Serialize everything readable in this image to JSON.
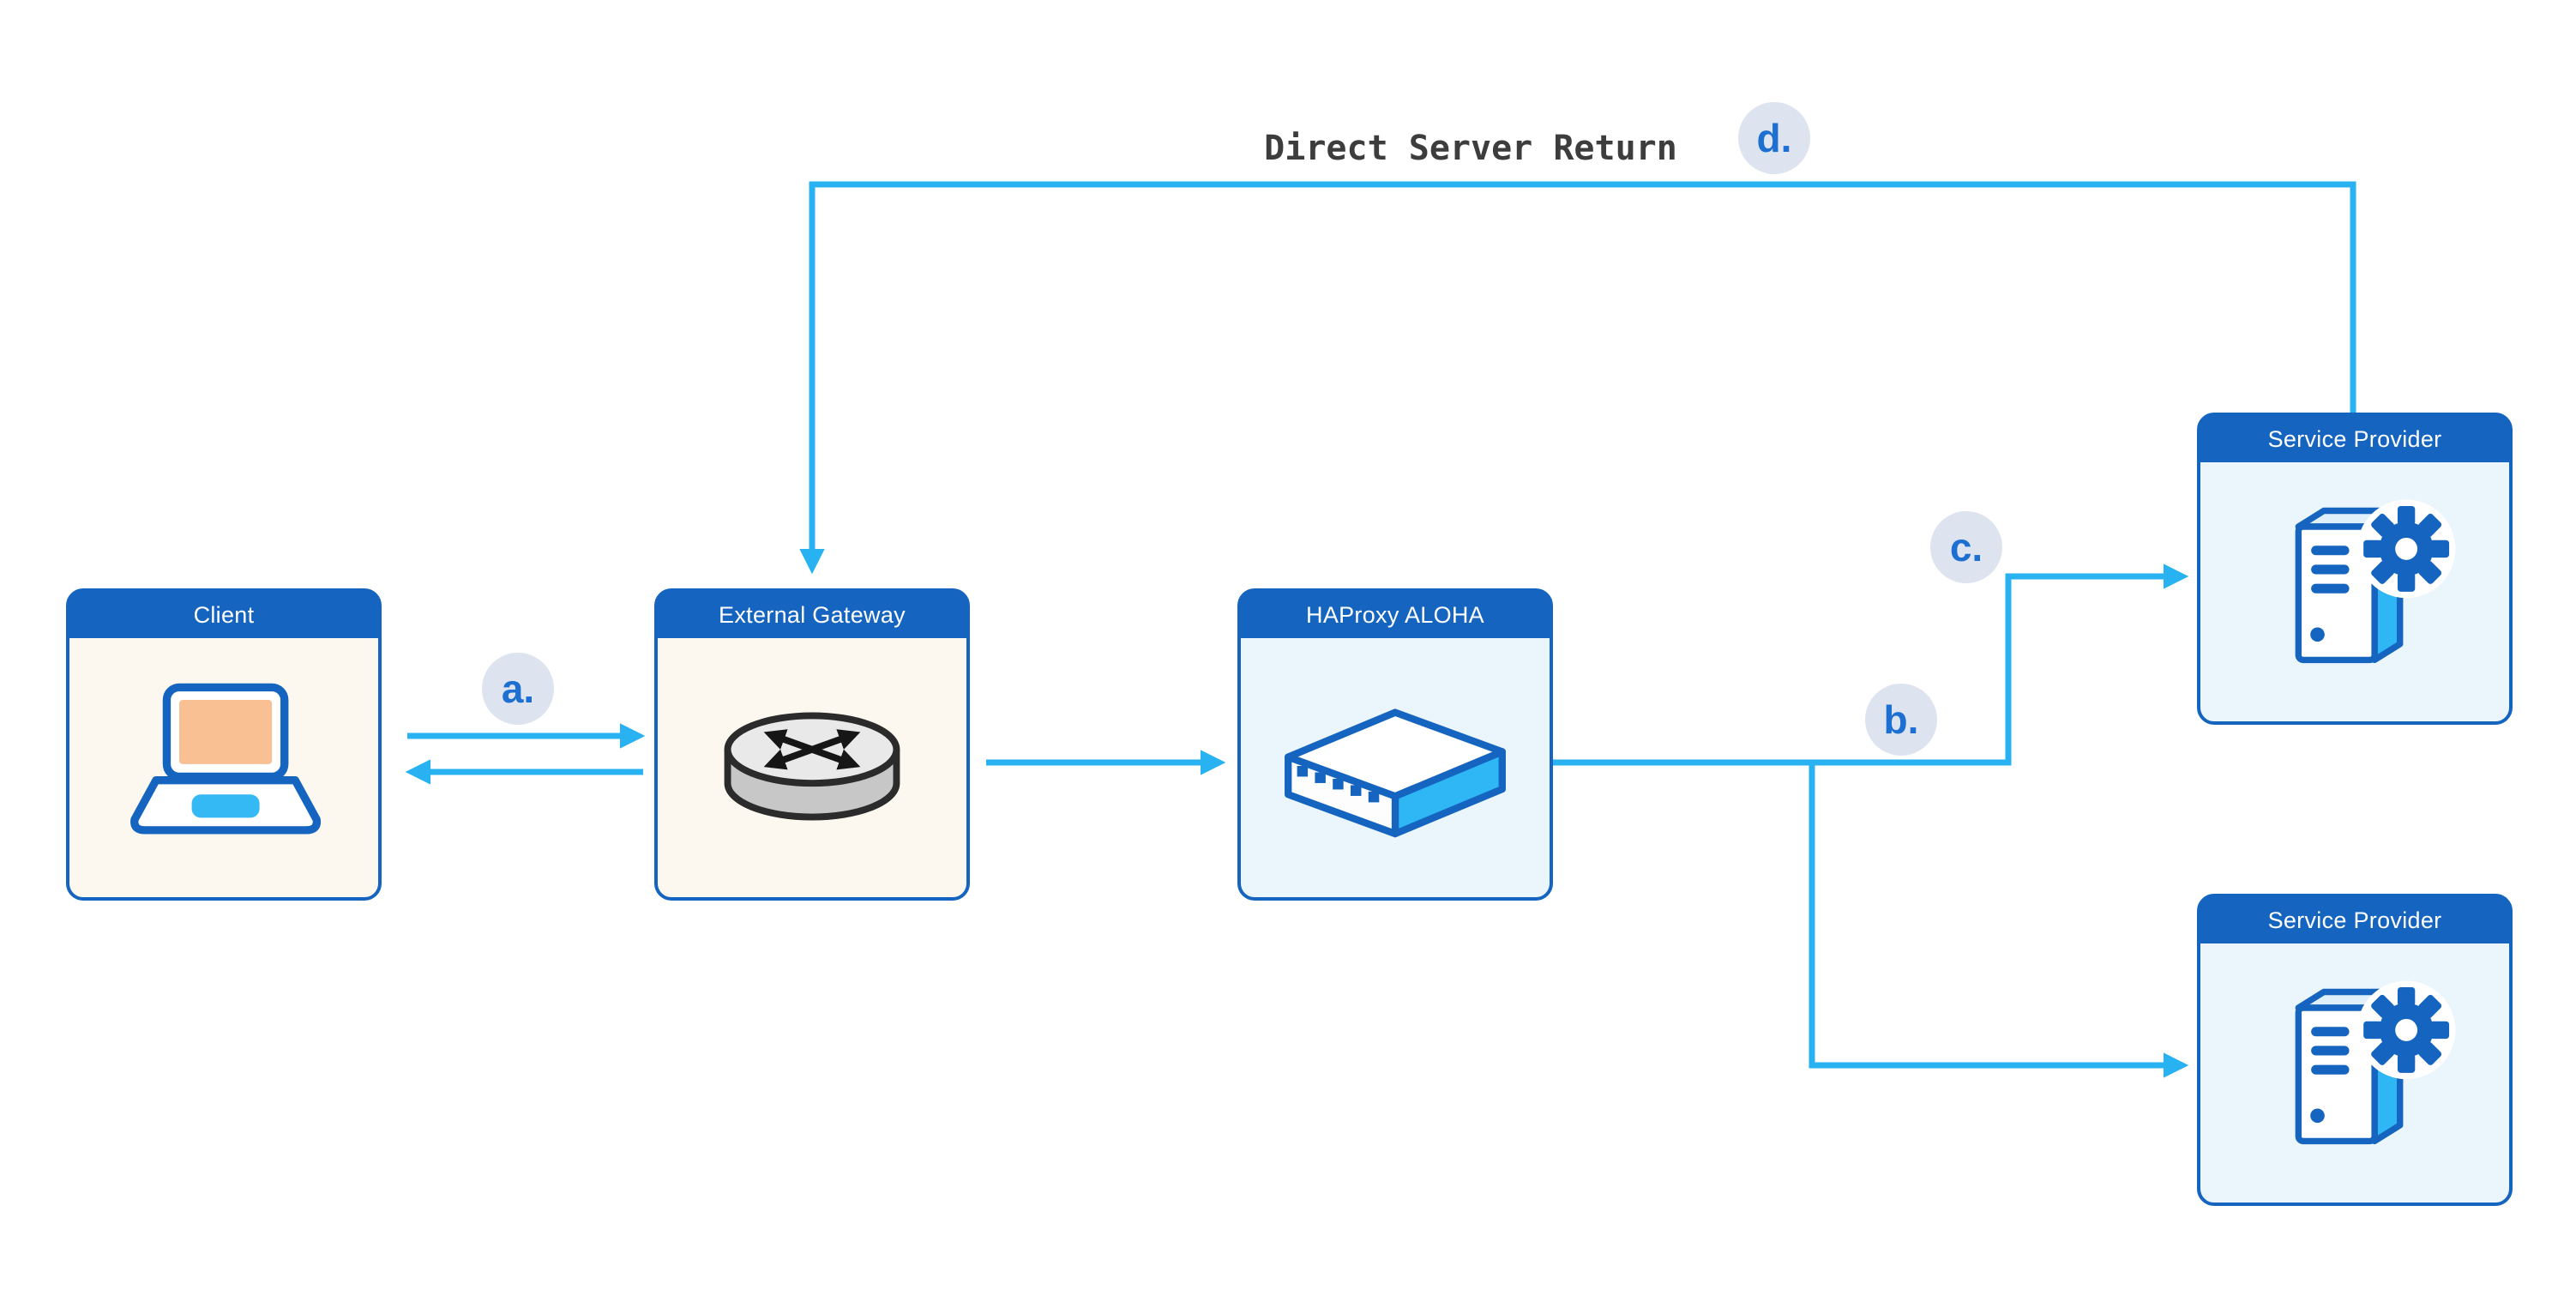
{
  "diagram": {
    "title": "Direct Server Return",
    "nodes": [
      {
        "id": "client",
        "label": "Client",
        "icon": "laptop-icon"
      },
      {
        "id": "external-gateway",
        "label": "External Gateway",
        "icon": "router-icon"
      },
      {
        "id": "haproxy-aloha",
        "label": "HAProxy ALOHA",
        "icon": "network-appliance-icon"
      },
      {
        "id": "service-provider-top",
        "label": "Service Provider",
        "icon": "server-gear-icon"
      },
      {
        "id": "service-provider-bottom",
        "label": "Service Provider",
        "icon": "server-gear-icon"
      }
    ],
    "step_badges": [
      {
        "id": "a",
        "label": "a."
      },
      {
        "id": "b",
        "label": "b."
      },
      {
        "id": "c",
        "label": "c."
      },
      {
        "id": "d",
        "label": "d."
      }
    ],
    "edges": [
      {
        "from": "client",
        "to": "external-gateway",
        "step": "a.",
        "bidirectional": true
      },
      {
        "from": "external-gateway",
        "to": "haproxy-aloha",
        "step": ""
      },
      {
        "from": "haproxy-aloha",
        "to": "service-provider-top",
        "step": "c."
      },
      {
        "from": "haproxy-aloha",
        "to": "service-provider-bottom",
        "step": "b."
      },
      {
        "from": "service-provider-top",
        "to": "external-gateway",
        "step": "d.",
        "label": "Direct Server Return"
      }
    ],
    "colors": {
      "arrow": "#29b2f2",
      "header": "#1565c0",
      "badge-bg": "#dde4ef",
      "badge-text": "#1d6fd2",
      "box-cream": "#fdf8ef",
      "box-blue": "#ebf5fc",
      "title-text": "#3d3d3d"
    }
  }
}
